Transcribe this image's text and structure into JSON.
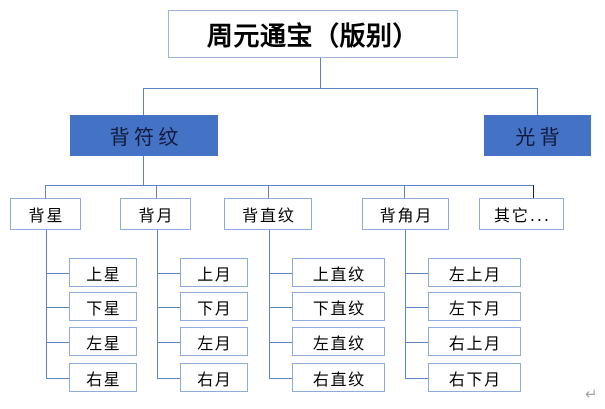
{
  "diagram": {
    "type": "organization-chart",
    "title_text": "周元通宝（版别）",
    "colors": {
      "accent_fill": "#4472C4",
      "box_border": "#8FAADC",
      "connector": "#5B83C6",
      "background": "#FFFFFF"
    },
    "level2": [
      {
        "label": "背符纹"
      },
      {
        "label": "光背"
      }
    ],
    "level3": [
      {
        "label": "背星"
      },
      {
        "label": "背月"
      },
      {
        "label": "背直纹"
      },
      {
        "label": "背角月"
      },
      {
        "label": "其它..."
      }
    ],
    "leaves": {
      "bei_xing": [
        "上星",
        "下星",
        "左星",
        "右星"
      ],
      "bei_yue": [
        "上月",
        "下月",
        "左月",
        "右月"
      ],
      "bei_zhiwen": [
        "上直纹",
        "下直纹",
        "左直纹",
        "右直纹"
      ],
      "bei_jiaoyue": [
        "左上月",
        "左下月",
        "右上月",
        "右下月"
      ]
    },
    "paragraph_mark": "↵"
  }
}
